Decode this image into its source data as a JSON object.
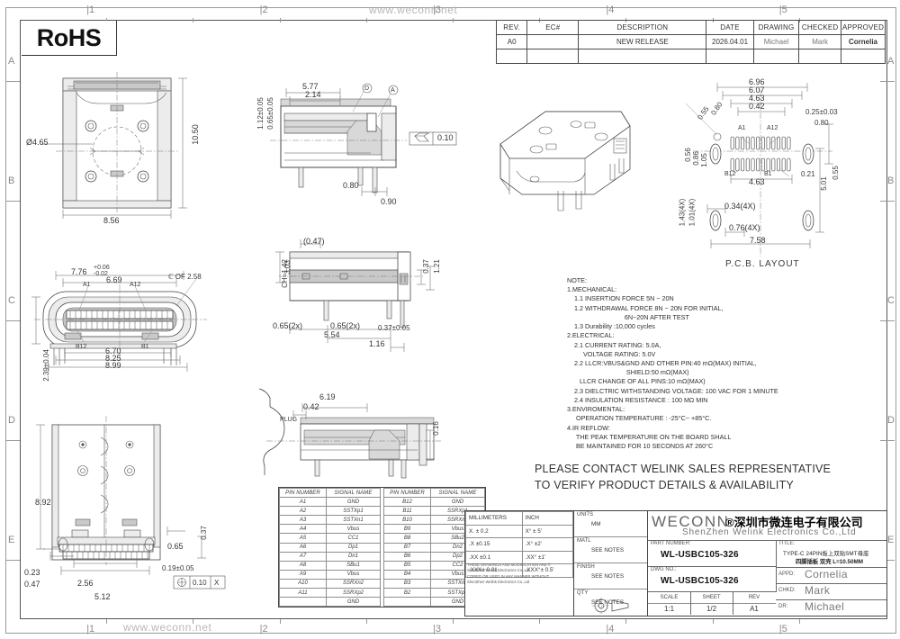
{
  "sheet": {
    "watermark_top": "www.weconn.net",
    "watermark_bottom": "www.weconn.net",
    "zone_cols": [
      "1",
      "2",
      "3",
      "4",
      "5"
    ],
    "zone_rows": [
      "A",
      "B",
      "C",
      "D",
      "E"
    ],
    "rohs": "RoHS"
  },
  "revision_table": {
    "headers": [
      "REV.",
      "EC#",
      "DESCRIPTION",
      "DATE",
      "DRAWING",
      "CHECKED",
      "APPROVED"
    ],
    "rows": [
      {
        "rev": "A0",
        "ec": "",
        "description": "NEW RELEASE",
        "date": "2026.04.01",
        "drawing": "Michael",
        "checked": "Mark",
        "approved": "Cornelia"
      },
      {
        "rev": "",
        "ec": "",
        "description": "",
        "date": "",
        "drawing": "",
        "checked": "",
        "approved": ""
      }
    ]
  },
  "pin_table": {
    "headers": [
      "PIN NUMBER",
      "SIGNAL NAME"
    ],
    "left": [
      {
        "pin": "A1",
        "signal": "GND"
      },
      {
        "pin": "A2",
        "signal": "SSTXp1"
      },
      {
        "pin": "A3",
        "signal": "SSTXn1"
      },
      {
        "pin": "A4",
        "signal": "Vbus"
      },
      {
        "pin": "A5",
        "signal": "CC1"
      },
      {
        "pin": "A6",
        "signal": "Dp1"
      },
      {
        "pin": "A7",
        "signal": "Dn1"
      },
      {
        "pin": "A8",
        "signal": "SBu1"
      },
      {
        "pin": "A9",
        "signal": "Vbus"
      },
      {
        "pin": "A10",
        "signal": "SSRXn2"
      },
      {
        "pin": "A11",
        "signal": "SSRXp2"
      },
      {
        "pin": "",
        "signal": "GND"
      }
    ],
    "right": [
      {
        "pin": "B12",
        "signal": "GND"
      },
      {
        "pin": "B11",
        "signal": "SSRXp1"
      },
      {
        "pin": "B10",
        "signal": "SSRXn1"
      },
      {
        "pin": "B9",
        "signal": "Vbus"
      },
      {
        "pin": "B8",
        "signal": "SBu2"
      },
      {
        "pin": "B7",
        "signal": "Dn2"
      },
      {
        "pin": "B6",
        "signal": "Dp2"
      },
      {
        "pin": "B5",
        "signal": "CC2"
      },
      {
        "pin": "B4",
        "signal": "Vbus"
      },
      {
        "pin": "B3",
        "signal": "SSTXn2"
      },
      {
        "pin": "B2",
        "signal": "SSTXp2"
      },
      {
        "pin": "",
        "signal": "GND"
      }
    ]
  },
  "tolerance_table": {
    "headers": [
      "MILLIMETERS",
      "INCH"
    ],
    "rows": [
      {
        "mm": "X.  ± 0.2",
        "inch": "X°   ± 5'"
      },
      {
        "mm": ".X   ±0.15",
        "inch": ".X°  ±2'"
      },
      {
        "mm": ".XX ±0.1",
        "inch": ".XX° ±1'"
      },
      {
        "mm": ".XXX± 0.01",
        "inch": ".XXX°± 0.5'"
      }
    ],
    "legal_note": "THESE DRAWINGS AND MODIFICATION  ARE &#169;\nShenZhen Welink Electronics Co.,Ltd\n  COPIED OR USED IN ANY MANNER WITHOUT\nShenZhen Welink Electronics Co.,Ltd"
  },
  "spec_column": [
    {
      "key": "UNITS",
      "value": "MM"
    },
    {
      "key": "MATL",
      "value": "SEE NOTES"
    },
    {
      "key": "FINISH",
      "value": "SEE NOTES"
    },
    {
      "key": "QTY",
      "value": "SEE NOTES"
    }
  ],
  "title_block": {
    "company_mark": "WECONN",
    "company_registered": "®深圳市微连电子有限公司",
    "company_en": "ShenZhen  Welink  Electronics  Co.,Ltd",
    "part_number_label": "PART NUMBER:",
    "part_number": "WL-USBC105-326",
    "dwg_no_label": "DWG NO.:",
    "dwg_no": "WL-USBC105-326",
    "scale_label": "SCALE",
    "scale": "1:1",
    "sheet_label": "SHEET",
    "sheet": "1/2",
    "rev_label": "REV",
    "rev": "A1",
    "title_label": "TITLE:",
    "title_line1": "TYPE-C  24PIN板上双贴SMT母座",
    "title_line2": "四脚插板  双壳 L=10.50MM",
    "signatures": [
      {
        "key": "APPD:",
        "name": "Cornelia"
      },
      {
        "key": "CHKD:",
        "name": "Mark"
      },
      {
        "key": "DR:",
        "name": "Michael"
      }
    ]
  },
  "notes": {
    "body": "NOTE:\n1.MECHANICAL:\n    1.1 INSERTION FORCE 5N ~ 20N\n    1.2 WITHDRAWAL FORCE 8N ~ 20N FOR INITIAL,\n                                6N~20N AFTER TEST\n    1.3 Durability :10,000 cycles\n2.ELECTRICAL:\n    2.1 CURRENT RATING: 5.0A,\n         VOLTAGE RATING: 5.0V\n    2.2 LLCR:VBUS&GND AND OTHER PIN:40 mΩ(MAX) INITIAL,\n                                 SHIELD:50 mΩ(MAX)\n       LLCR CHANGE OF ALL PINS:10 mΩ(MAX)\n    2.3 DIELCTRIC WITHSTANDING VOLTAGE: 100 VAC FOR 1 MINUTE\n    2.4 INSULATION RESISTANCE : 100 MΩ MIN\n3.ENVIROMENTAL:\n     OPERATION TEMPERATURE : -25°C~ +85°C.\n4.IR REFLOW:\n     THE PEAK TEMPERATURE ON THE BOARD SHALL\n     BE MAINTAINED FOR 10 SECONDS AT 260°C",
    "contact": "PLEASE CONTACT WELINK SALES REPRESENTATIVE\nTO VERIFY PRODUCT DETAILS & AVAILABILITY"
  },
  "views": {
    "top_left": {
      "name": "front-view",
      "dims": [
        "Ø4.65",
        "10.50",
        "8.56"
      ]
    },
    "top_mid": {
      "name": "section-view-a",
      "dims": [
        "5.77",
        "2.14",
        "0.80",
        "0.90",
        "1.12±0.05",
        "0.65±0.05",
        "0.10"
      ],
      "balloons": [
        "D",
        "A"
      ]
    },
    "pcb_layout": {
      "caption": "P.C.B. LAYOUT",
      "dims": [
        "6.96",
        "6.07",
        "4.63",
        "0.42",
        "0.25±0.03",
        "0.80",
        "0.55",
        "0.80",
        "0.56",
        "0.86",
        "1.05",
        "0.21",
        "5.01",
        "0.55",
        "4.63",
        "0.34(4X)",
        "0.76(4X)",
        "7.58",
        "1.43(4X)",
        "1.01(4X)"
      ],
      "pin_refs": [
        "A1",
        "A12",
        "B12",
        "B1"
      ]
    },
    "mid_left": {
      "name": "rear-view",
      "dims": [
        "7.76+0.06/-0.02",
        "6.69",
        "6.70",
        "8.25",
        "8.99",
        "2.39±0.04",
        "ℂ OF 2.58"
      ],
      "pin_refs": [
        "A1",
        "A12",
        "B12",
        "B1"
      ]
    },
    "mid_center": {
      "name": "side-section-view",
      "dims": [
        "CH=1.42",
        "3.03",
        "(0.47)",
        "0.65(2x)",
        "0.65(2x)",
        "5.54",
        "1.16",
        "0.37",
        "1.21",
        "0.37±0.05"
      ]
    },
    "bottom_center": {
      "name": "plug-mating-section",
      "dims": [
        "6.19",
        "0.42",
        "0.16"
      ],
      "labels": [
        "PLUG"
      ]
    },
    "bottom_left": {
      "name": "bottom-view",
      "dims": [
        "8.92",
        "0.23",
        "0.47",
        "2.56",
        "5.12",
        "0.65",
        "0.37",
        "0.19±0.05",
        "0.10"
      ],
      "datum": "X"
    },
    "isometric": {
      "name": "isometric-3d-view"
    }
  }
}
